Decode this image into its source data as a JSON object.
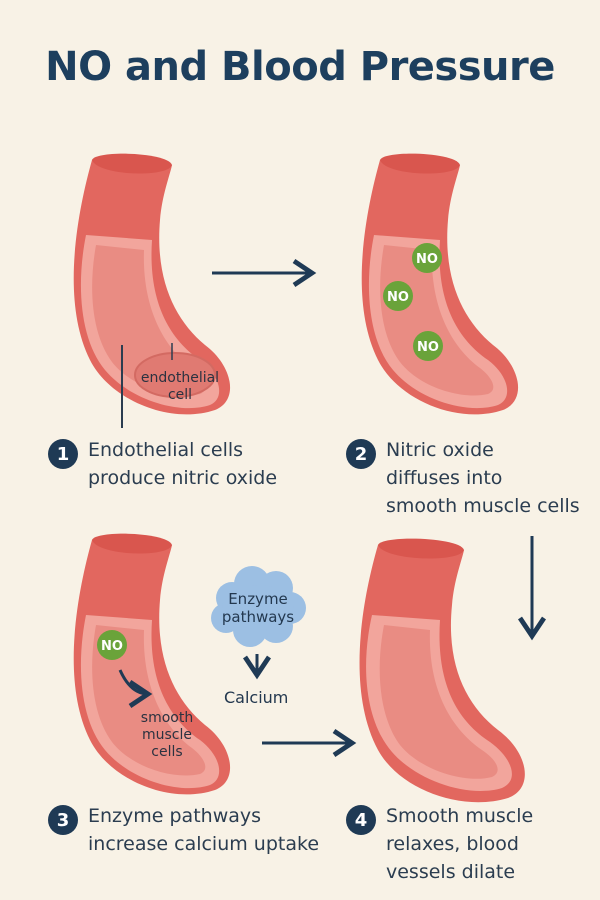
{
  "title": "NO and Blood Pressure",
  "steps": [
    {
      "number": "1",
      "line1": "Endothelial cells",
      "line2": "produce nitric oxide",
      "line3": ""
    },
    {
      "number": "2",
      "line1": "Nitric oxide",
      "line2": "diffuses into",
      "line3": "smooth muscle cells"
    },
    {
      "number": "3",
      "line1": "Enzyme pathways",
      "line2": "increase calcium uptake",
      "line3": ""
    },
    {
      "number": "4",
      "line1": "Smooth muscle",
      "line2": "relaxes, blood",
      "line3": "vessels dilate"
    }
  ],
  "labels": {
    "endothelial_line1": "endothelial",
    "endothelial_line2": "cell",
    "no": "NO",
    "smooth_line1": "smooth",
    "smooth_line2": "muscle",
    "smooth_line3": "cells",
    "enzyme_line1": "Enzyme",
    "enzyme_line2": "pathways",
    "calcium": "Calcium"
  },
  "colors": {
    "background": "#f8f2e6",
    "vessel_outer": "#e2675f",
    "vessel_wall": "#f2a59c",
    "vessel_lumen": "#e98c83",
    "no_molecule": "#6aa33a",
    "arrow": "#1f3a55",
    "cloud": "#9cbfe3"
  }
}
